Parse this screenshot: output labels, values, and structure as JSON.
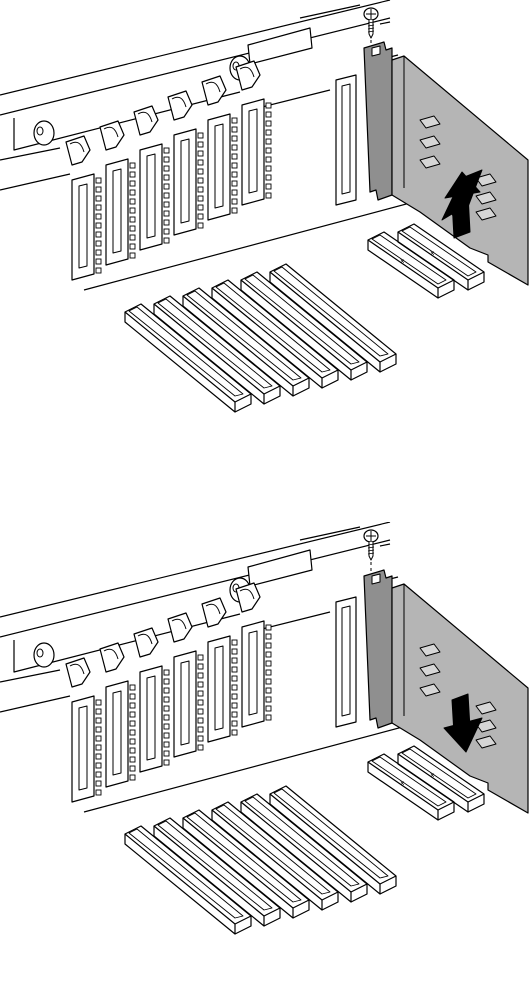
{
  "figure": {
    "panels": [
      {
        "id": "top",
        "step": "remove-card",
        "arrow_direction": "up"
      },
      {
        "id": "bottom",
        "step": "insert-card",
        "arrow_direction": "down"
      }
    ],
    "colors": {
      "line": "#000000",
      "card_fill": "#b5b5b5",
      "bracket_fill": "#8f8f8f",
      "arrow_fill": "#000000",
      "background": "#ffffff"
    },
    "components": {
      "expansion_slot_covers": 6,
      "isa_slots": 6,
      "pci_slots": 2,
      "screw_icon": "screw-icon",
      "card_icon": "expansion-card"
    }
  }
}
